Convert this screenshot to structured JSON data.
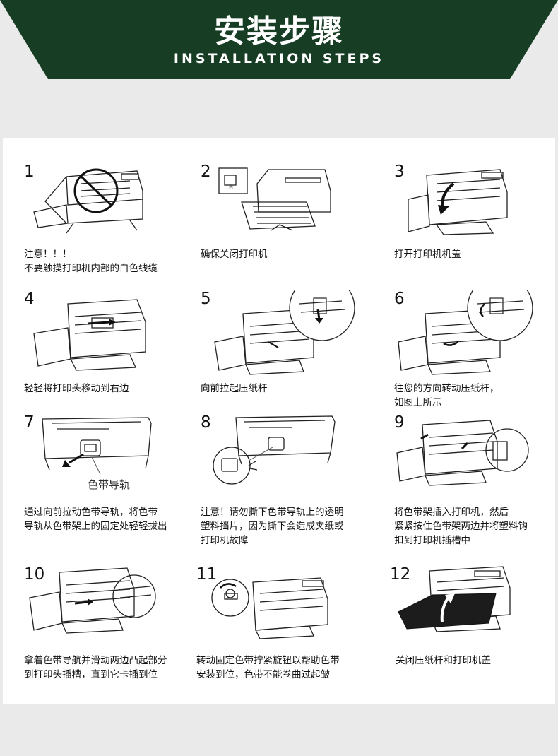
{
  "banner": {
    "title": "安装步骤",
    "subtitle": "INSTALLATION STEPS",
    "color": "#173d25"
  },
  "steps": [
    {
      "number": "1",
      "caption": "注意！！！\n不要触摸打印机内部的白色线缆",
      "illustration": "printer-no-touch-icon"
    },
    {
      "number": "2",
      "caption": "确保关闭打印机",
      "illustration": "printer-power-off-icon"
    },
    {
      "number": "3",
      "caption": "打开打印机机盖",
      "illustration": "printer-open-cover-icon"
    },
    {
      "number": "4",
      "caption": "轻轻将打印头移动到右边",
      "illustration": "printer-move-head-icon"
    },
    {
      "number": "5",
      "caption": "向前拉起压纸杆",
      "illustration": "printer-pull-lever-icon"
    },
    {
      "number": "6",
      "caption": "往您的方向转动压纸杆，\n如图上所示",
      "illustration": "printer-rotate-lever-icon"
    },
    {
      "number": "7",
      "caption": "通过向前拉动色带导轨，将色带\n导轨从色带架上的固定处轻轻拔出",
      "illustration": "ribbon-pull-guide-icon",
      "label": "色带导轨"
    },
    {
      "number": "8",
      "caption": "注意！请勿撕下色带导轨上的透明\n塑料挡片，因为撕下会造成夹纸或\n打印机故障",
      "illustration": "ribbon-film-warning-icon"
    },
    {
      "number": "9",
      "caption": "将色带架插入打印机，然后\n紧紧按住色带架两边并将塑料钩\n扣到打印机插槽中",
      "illustration": "ribbon-insert-icon"
    },
    {
      "number": "10",
      "caption": "拿着色带导航并滑动两边凸起部分\n到打印头插槽，直到它卡插到位",
      "illustration": "ribbon-slide-guide-icon"
    },
    {
      "number": "11",
      "caption": "转动固定色带拧紧旋钮以帮助色带\n安装到位，色带不能卷曲过起皱",
      "illustration": "ribbon-knob-turn-icon"
    },
    {
      "number": "12",
      "caption": "关闭压纸杆和打印机盖",
      "illustration": "printer-close-cover-icon"
    }
  ]
}
